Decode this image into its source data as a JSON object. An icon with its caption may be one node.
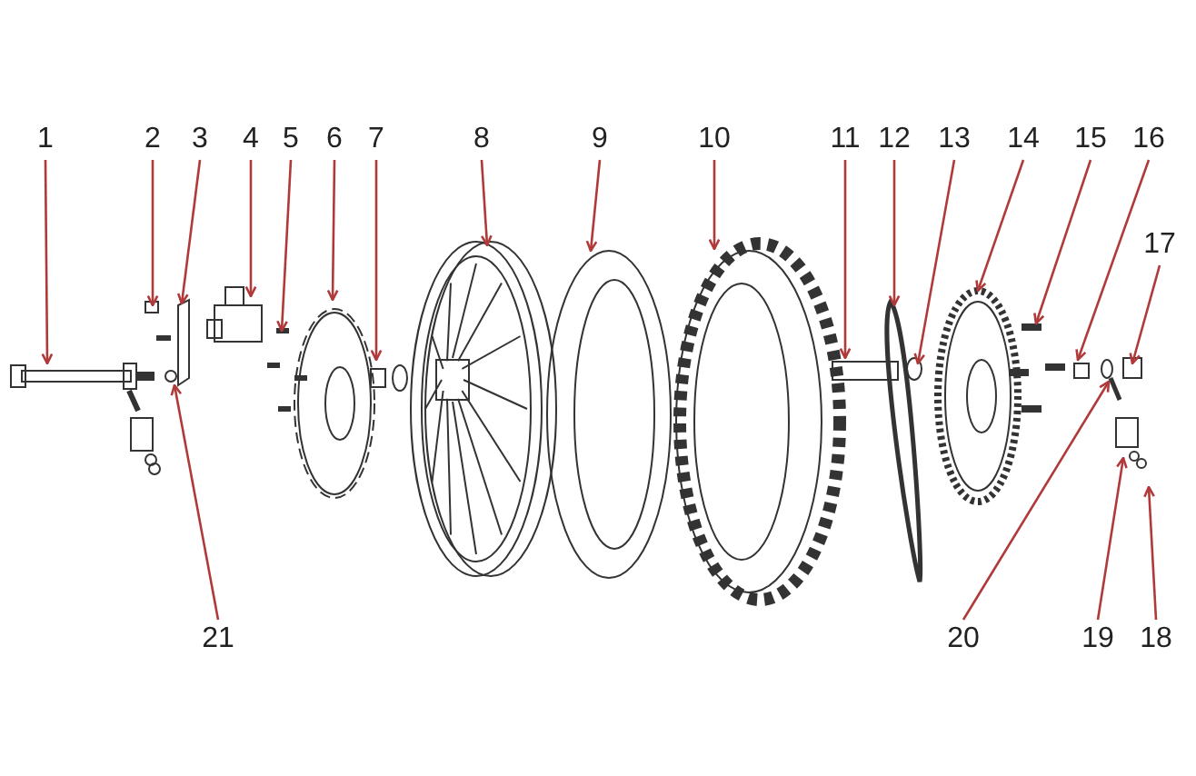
{
  "diagram": {
    "nodes": [
      {
        "text": [
          "1"
        ]
      },
      {
        "text": [
          "2"
        ]
      },
      {
        "text": [
          "3"
        ]
      },
      {
        "text": [
          "4"
        ]
      },
      {
        "text": [
          "5"
        ]
      },
      {
        "text": [
          "6"
        ]
      },
      {
        "text": [
          "7"
        ]
      },
      {
        "text": [
          "8"
        ]
      },
      {
        "text": [
          "9"
        ]
      },
      {
        "text": [
          "10"
        ]
      },
      {
        "text": [
          "11"
        ]
      },
      {
        "text": [
          "12"
        ]
      },
      {
        "text": [
          "13"
        ]
      },
      {
        "text": [
          "14"
        ]
      },
      {
        "text": [
          "15"
        ]
      },
      {
        "text": [
          "16"
        ]
      },
      {
        "text": [
          "17"
        ]
      },
      {
        "text": [
          "21"
        ]
      },
      {
        "text": [
          "20"
        ]
      },
      {
        "text": [
          "19"
        ]
      },
      {
        "text": [
          "18"
        ]
      }
    ],
    "edges": [
      {
        "from": 0,
        "to": null,
        "arrow": "to"
      },
      {
        "from": 1,
        "to": null,
        "arrow": "to"
      },
      {
        "from": 2,
        "to": null,
        "arrow": "to"
      },
      {
        "from": 3,
        "to": null,
        "arrow": "to"
      },
      {
        "from": 4,
        "to": null,
        "arrow": "to"
      },
      {
        "from": 5,
        "to": null,
        "arrow": "to"
      },
      {
        "from": 6,
        "to": null,
        "arrow": "to"
      },
      {
        "from": 7,
        "to": null,
        "arrow": "to"
      },
      {
        "from": 8,
        "to": null,
        "arrow": "to"
      },
      {
        "from": 9,
        "to": null,
        "arrow": "to"
      },
      {
        "from": 10,
        "to": null,
        "arrow": "to"
      },
      {
        "from": 11,
        "to": null,
        "arrow": "to"
      },
      {
        "from": 12,
        "to": null,
        "arrow": "to"
      },
      {
        "from": 13,
        "to": null,
        "arrow": "to"
      },
      {
        "from": 14,
        "to": null,
        "arrow": "to"
      },
      {
        "from": 15,
        "to": null,
        "arrow": "to"
      },
      {
        "from": 16,
        "to": null,
        "arrow": "to"
      },
      {
        "from": 17,
        "to": null,
        "arrow": "to"
      },
      {
        "from": 18,
        "to": null,
        "arrow": "to"
      },
      {
        "from": 19,
        "to": null,
        "arrow": "to"
      },
      {
        "from": 20,
        "to": null,
        "arrow": "to"
      }
    ]
  }
}
